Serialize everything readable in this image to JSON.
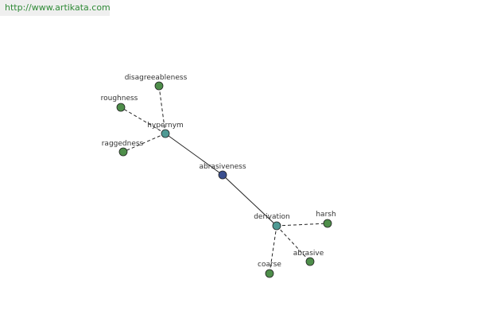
{
  "header": {
    "url": "http://www.artikata.com"
  },
  "colors": {
    "center_node": "#3b4f8f",
    "relation_node": "#4f9a94",
    "leaf_node": "#4e8e4a",
    "watermark_text": "#2f8a36"
  },
  "graph": {
    "center": {
      "id": "abrasiveness",
      "label": "abrasiveness"
    },
    "relations": [
      {
        "id": "hypernym",
        "label": "hypernym"
      },
      {
        "id": "derivation",
        "label": "derivation"
      }
    ],
    "leaves": [
      {
        "id": "disagreeableness",
        "label": "disagreeableness",
        "relation": "hypernym"
      },
      {
        "id": "roughness",
        "label": "roughness",
        "relation": "hypernym"
      },
      {
        "id": "raggedness",
        "label": "raggedness",
        "relation": "hypernym"
      },
      {
        "id": "harsh",
        "label": "harsh",
        "relation": "derivation"
      },
      {
        "id": "abrasive",
        "label": "abrasive",
        "relation": "derivation"
      },
      {
        "id": "coarse",
        "label": "coarse",
        "relation": "derivation"
      }
    ]
  }
}
